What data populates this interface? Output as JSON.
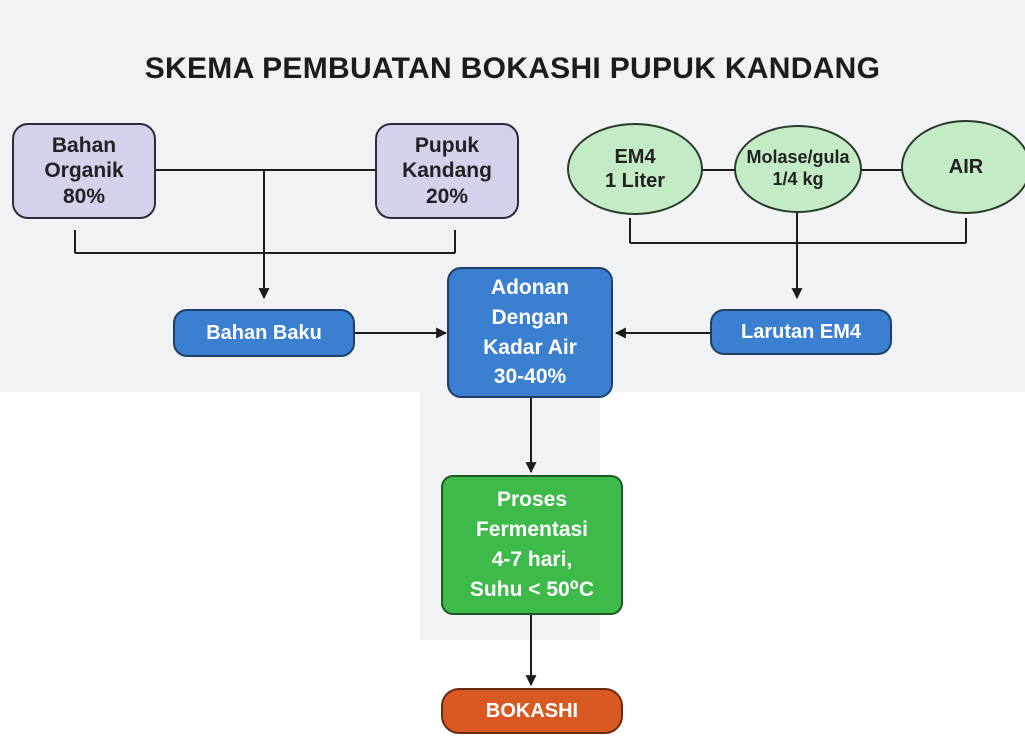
{
  "title": "SKEMA PEMBUATAN BOKASHI PUPUK KANDANG",
  "nodes": {
    "bahan_organik": "Bahan\nOrganik\n80%",
    "pupuk_kandang": "Pupuk\nKandang\n20%",
    "em4": "EM4\n1 Liter",
    "molase": "Molase/gula\n1/4 kg",
    "air": "AIR",
    "bahan_baku": "Bahan Baku",
    "larutan_em4": "Larutan EM4",
    "adonan": "Adonan\nDengan\nKadar Air\n30-40%",
    "proses": "Proses\nFermentasi\n4-7 hari,\nSuhu < 50⁰C",
    "bokashi": "BOKASHI"
  },
  "colors": {
    "lilac": "#d3d2ec",
    "mint": "#c3ecc6",
    "blue": "#3a7fd0",
    "green": "#3dba4a",
    "orange": "#d85a22"
  }
}
